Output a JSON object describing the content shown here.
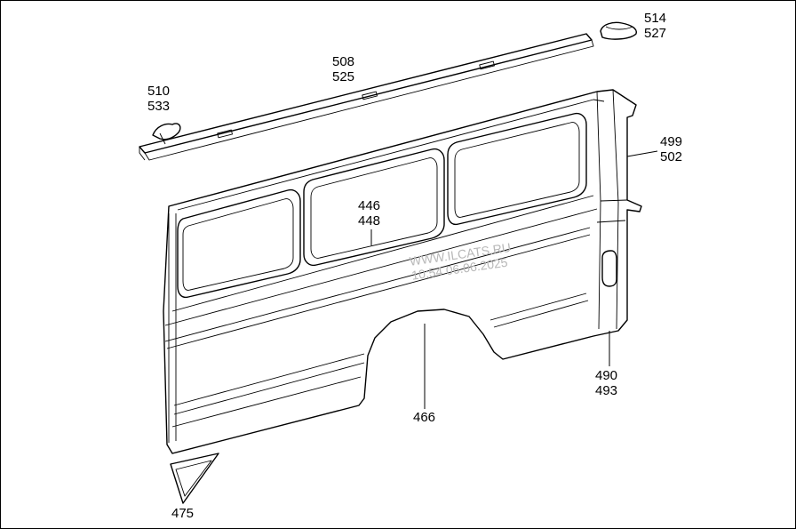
{
  "callouts": [
    {
      "id": "514-527",
      "lines": [
        "514",
        "527"
      ]
    },
    {
      "id": "508-525",
      "lines": [
        "508",
        "525"
      ]
    },
    {
      "id": "510-533",
      "lines": [
        "510",
        "533"
      ]
    },
    {
      "id": "499-502",
      "lines": [
        "499",
        "502"
      ]
    },
    {
      "id": "446-448",
      "lines": [
        "446",
        "448"
      ]
    },
    {
      "id": "490-493",
      "lines": [
        "490",
        "493"
      ]
    },
    {
      "id": "466",
      "lines": [
        "466"
      ]
    },
    {
      "id": "475",
      "lines": [
        "475"
      ]
    }
  ],
  "watermark": {
    "line1": "WWW.ILCATS.RU",
    "line2": "10:54 06.06.2025"
  },
  "colors": {
    "ink": "#000000",
    "watermark": "#b8b8b8",
    "background": "#ffffff"
  }
}
